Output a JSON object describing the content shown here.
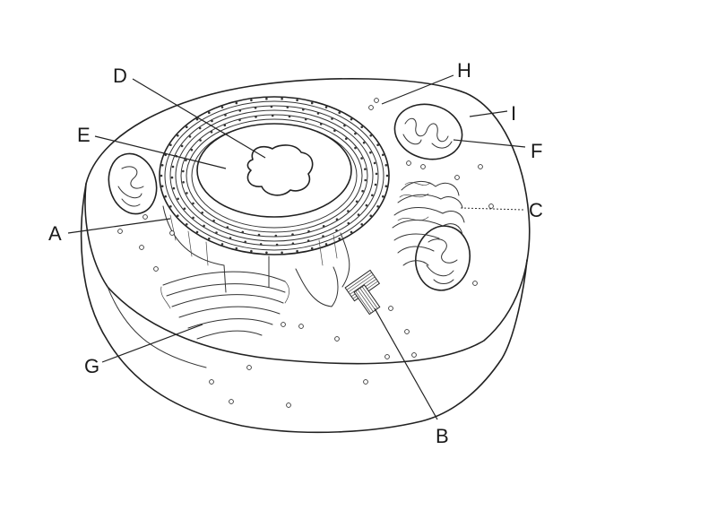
{
  "diagram": {
    "labels": {
      "A": "A",
      "B": "B",
      "C": "C",
      "D": "D",
      "E": "E",
      "F": "F",
      "G": "G",
      "H": "H",
      "I": "I"
    }
  }
}
